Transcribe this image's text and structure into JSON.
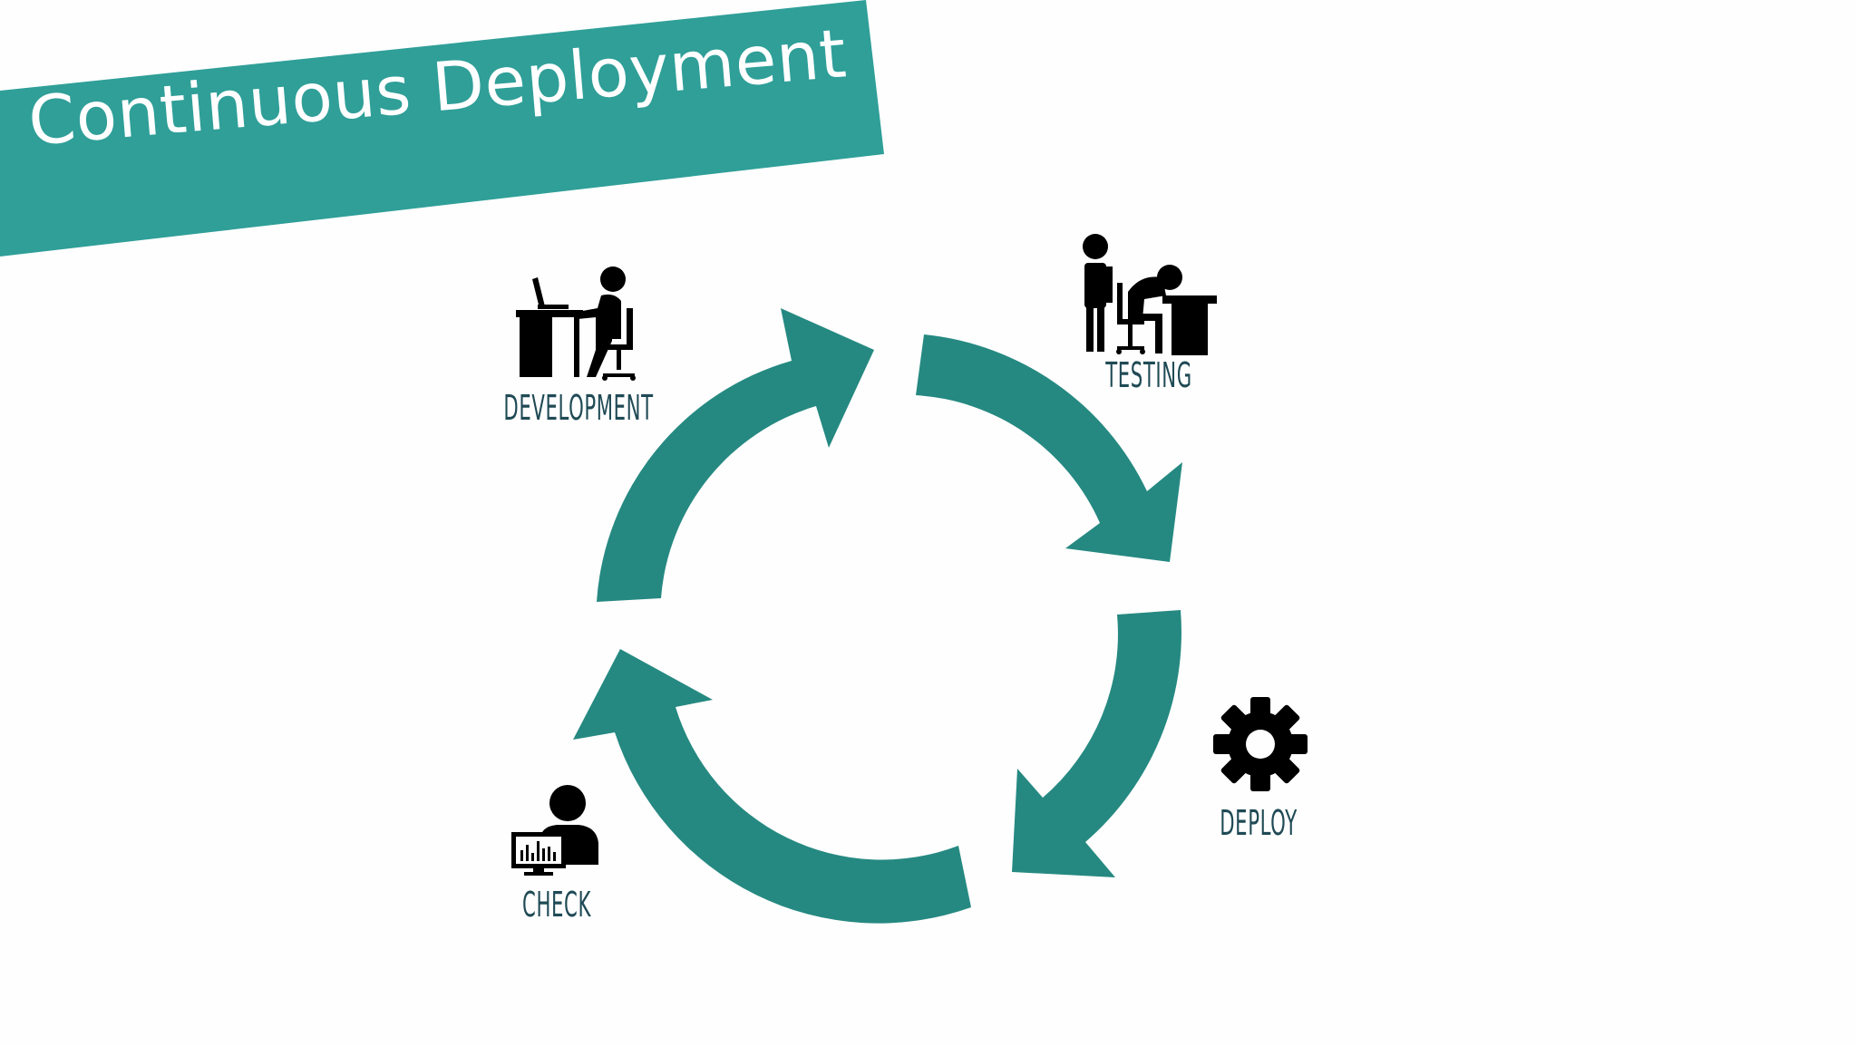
{
  "slide": {
    "title": "Continuous Deployment",
    "colors": {
      "banner": "#2f9f98",
      "arrows": "#258981",
      "icons": "#000000",
      "labels": "#1f4a55",
      "background": "#fefefe"
    }
  },
  "cycle": {
    "stages": [
      {
        "label": "DEVELOPMENT",
        "icon": "developer-at-desk-icon"
      },
      {
        "label": "TESTING",
        "icon": "tester-at-desk-icon"
      },
      {
        "label": "DEPLOY",
        "icon": "gear-icon"
      },
      {
        "label": "CHECK",
        "icon": "monitoring-user-icon"
      }
    ],
    "arrow_count": 4,
    "direction": "clockwise"
  }
}
